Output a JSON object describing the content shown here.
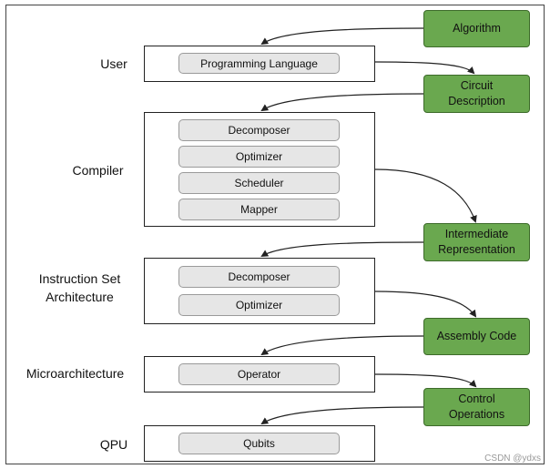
{
  "layers": {
    "user": {
      "label": "User",
      "components": [
        "Programming Language"
      ]
    },
    "compiler": {
      "label": "Compiler",
      "components": [
        "Decomposer",
        "Optimizer",
        "Scheduler",
        "Mapper"
      ]
    },
    "isa": {
      "label_line1": "Instruction Set",
      "label_line2": "Architecture",
      "components": [
        "Decomposer",
        "Optimizer"
      ]
    },
    "microarchitecture": {
      "label": "Microarchitecture",
      "components": [
        "Operator"
      ]
    },
    "qpu": {
      "label": "QPU",
      "components": [
        "Qubits"
      ]
    }
  },
  "artifacts": {
    "algorithm": {
      "line1": "Algorithm"
    },
    "circuit_description": {
      "line1": "Circuit",
      "line2": "Description"
    },
    "intermediate_representation": {
      "line1": "Intermediate",
      "line2": "Representation"
    },
    "assembly_code": {
      "line1": "Assembly Code"
    },
    "control_operations": {
      "line1": "Control",
      "line2": "Operations"
    }
  },
  "watermark": "CSDN @ydxs",
  "colors": {
    "artifact_fill": "#6aa84f",
    "component_fill": "#e6e6e6"
  }
}
